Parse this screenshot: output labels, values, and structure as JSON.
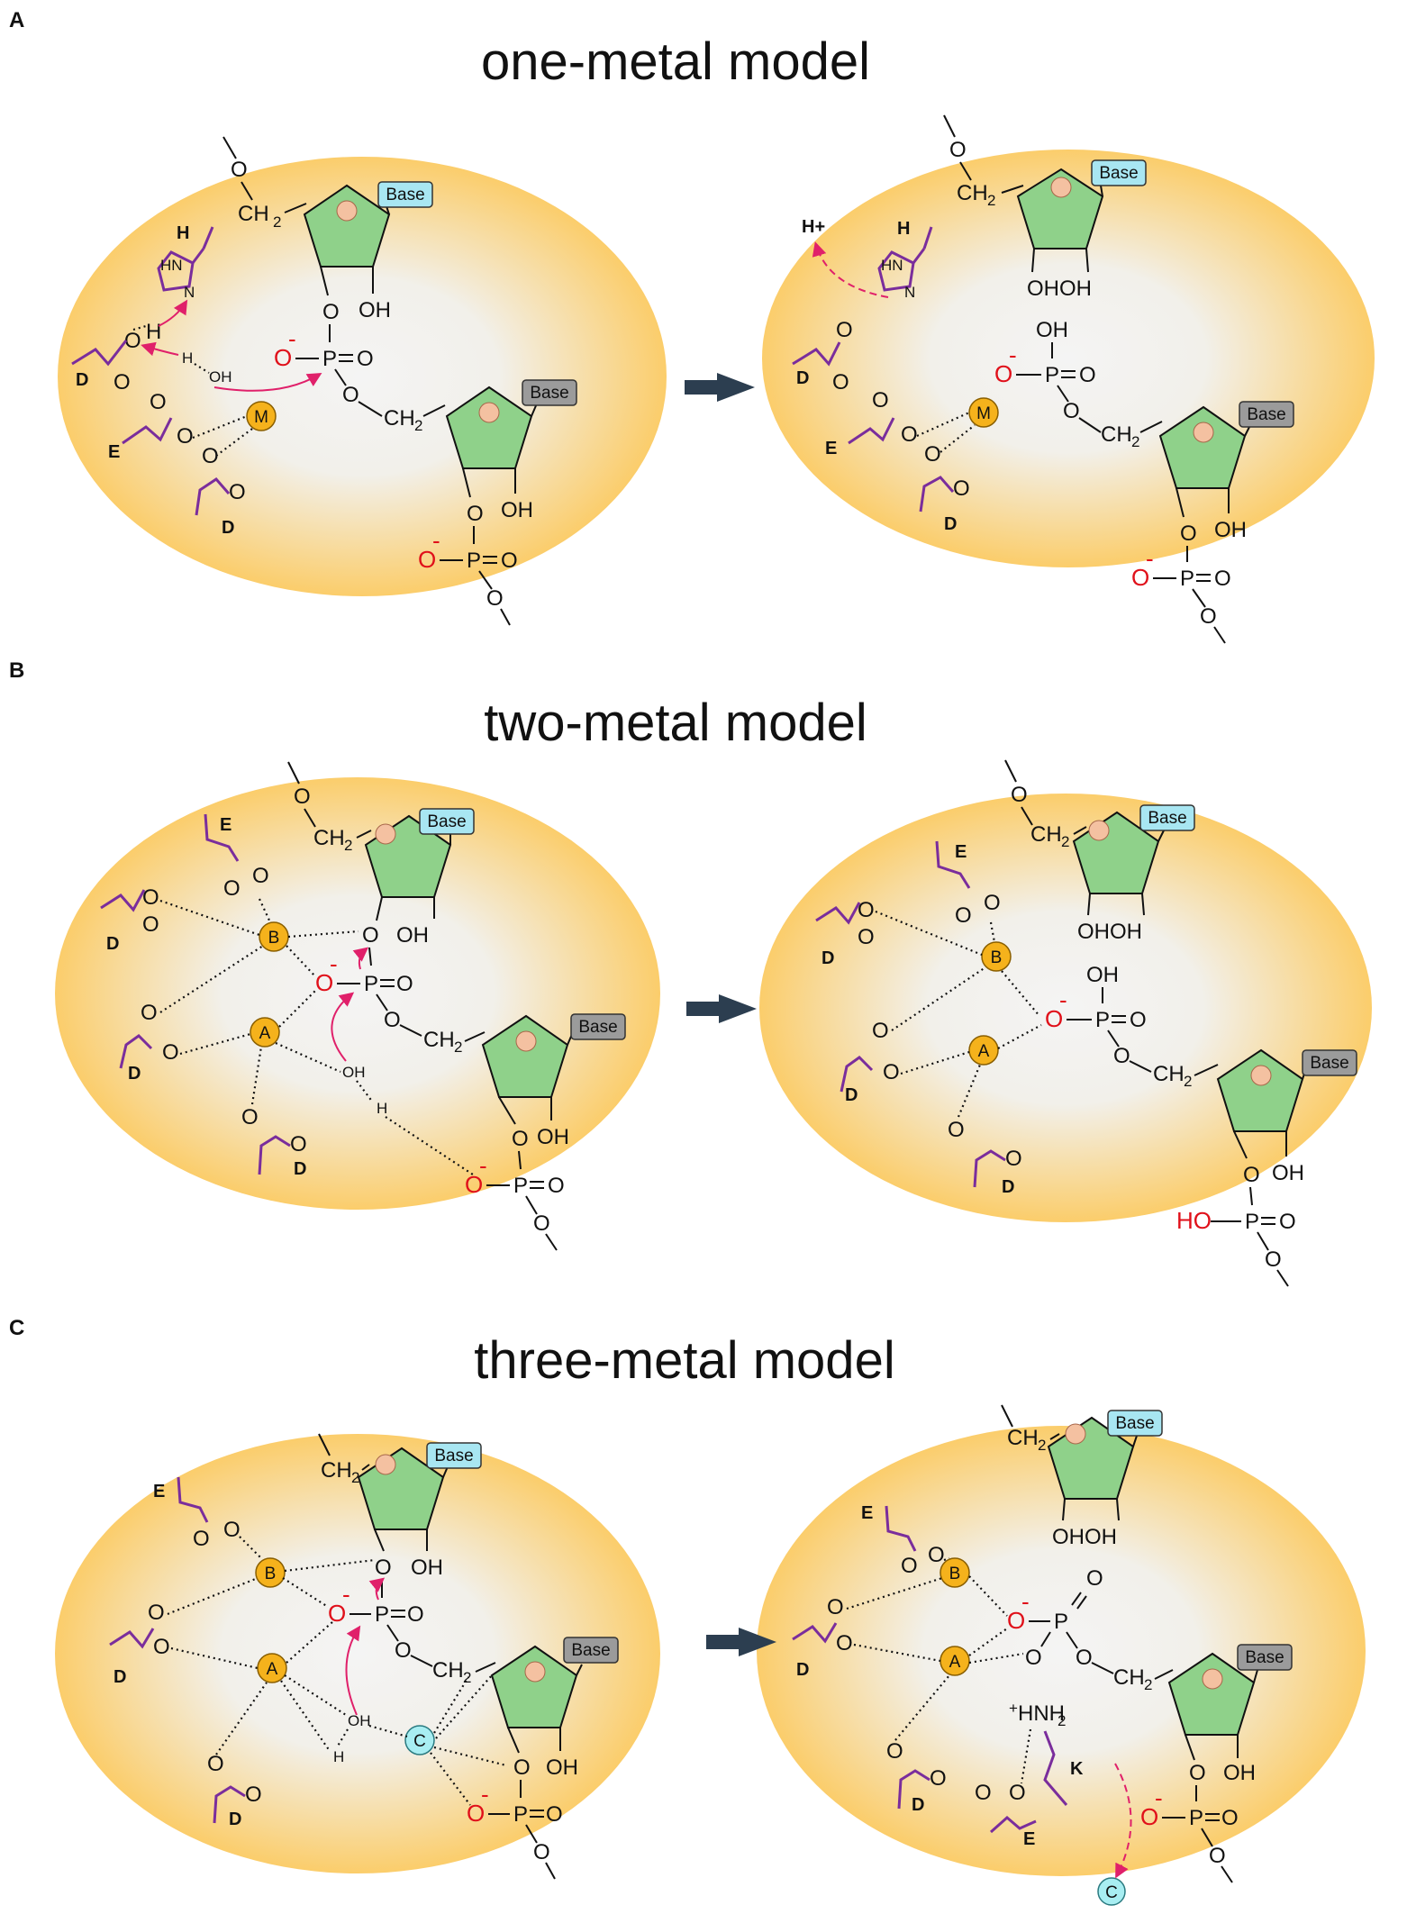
{
  "panels": [
    {
      "letter": "A",
      "title": "one-metal model",
      "left": {
        "metals": [
          "M"
        ],
        "residues": [
          "H",
          "D",
          "E",
          "D"
        ],
        "bases": [
          "Base",
          "Base"
        ],
        "labels": {
          "o_minus": "O",
          "ch2": "CH",
          "oh": "OH",
          "h": "H",
          "oh_water": "OH",
          "o": "O",
          "p": "P"
        }
      },
      "right": {
        "metals": [
          "M"
        ],
        "residues": [
          "H",
          "D",
          "E",
          "D"
        ],
        "proton": "H+",
        "bases": [
          "Base",
          "Base"
        ],
        "labels": {
          "ohoh": "OHOH"
        }
      }
    },
    {
      "letter": "B",
      "title": "two-metal model",
      "left": {
        "metals": [
          "B",
          "A"
        ],
        "residues": [
          "E",
          "D",
          "D",
          "D"
        ],
        "bases": [
          "Base",
          "Base"
        ]
      },
      "right": {
        "metals": [
          "B",
          "A"
        ],
        "residues": [
          "E",
          "D",
          "D",
          "D"
        ],
        "bases": [
          "Base",
          "Base"
        ],
        "labels": {
          "ho": "HO",
          "ohoh": "OHOH"
        }
      }
    },
    {
      "letter": "C",
      "title": "three-metal model",
      "left": {
        "metals": [
          "B",
          "A",
          "C"
        ],
        "residues": [
          "E",
          "D",
          "D"
        ],
        "bases": [
          "Base",
          "Base"
        ]
      },
      "right": {
        "metals": [
          "B",
          "A",
          "C"
        ],
        "residues": [
          "E",
          "D",
          "D",
          "E",
          "K"
        ],
        "bases": [
          "Base",
          "Base"
        ],
        "labels": {
          "nh2": "HNH",
          "ohoh": "OHOH"
        }
      }
    }
  ],
  "colors": {
    "ellipse_outer": "#fbcd6b",
    "ellipse_inner": "#f2f2f2",
    "sugar": "#8fd18a",
    "base_blue": "#a8e6f2",
    "base_gray": "#9b9b9b",
    "metal_orange": "#f5b21c",
    "metal_cyan": "#a8eef2",
    "residue_purple": "#7a2d9c",
    "arrow_pink": "#e0206a",
    "oxygen_red": "#e0101a",
    "reaction_arrow": "#2c3e50"
  }
}
